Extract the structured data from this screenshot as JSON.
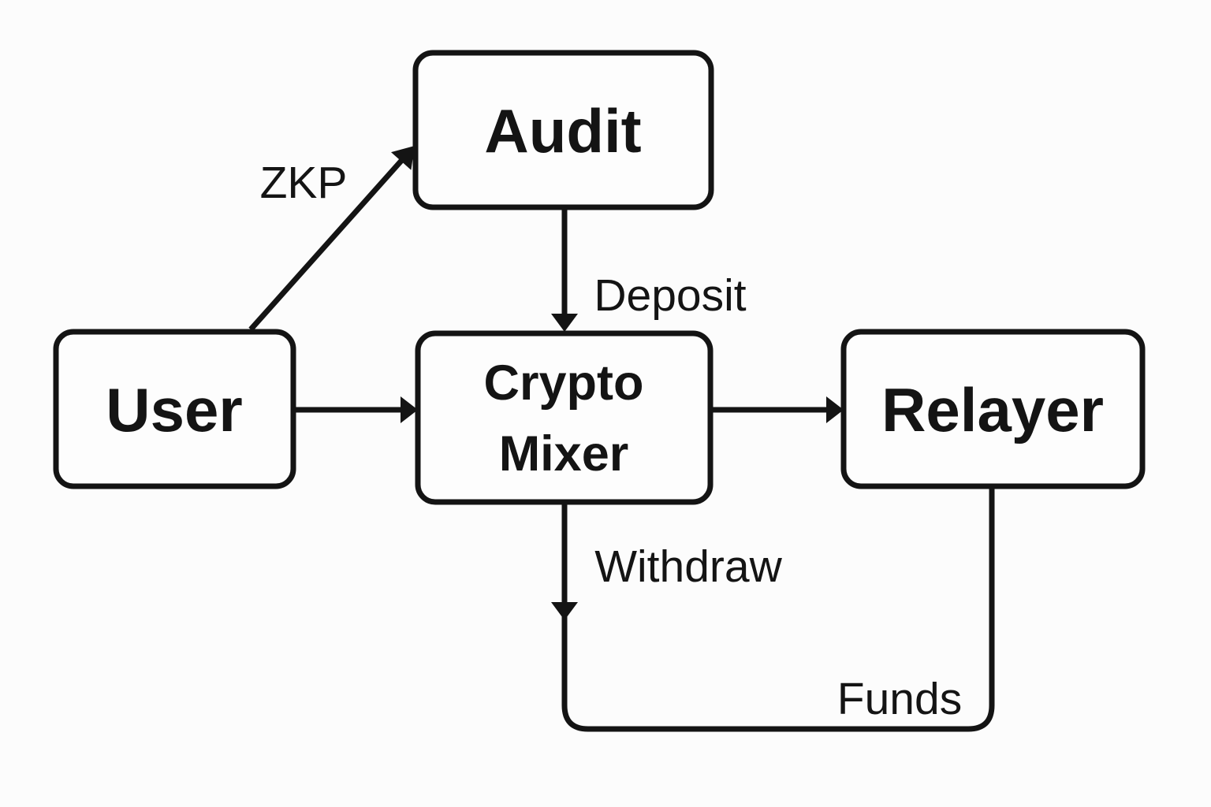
{
  "diagram": {
    "type": "flowchart",
    "background_color": "#fcfcfc",
    "line_color": "#141414",
    "text_color": "#141414",
    "node_fill": "#fdfdfd",
    "nodes": {
      "audit": {
        "label": "Audit"
      },
      "user": {
        "label": "User"
      },
      "mixer": {
        "label": "Crypto Mixer",
        "label_line1": "Crypto",
        "label_line2": "Mixer"
      },
      "relayer": {
        "label": "Relayer"
      }
    },
    "edge_labels": {
      "zkp": "ZKP",
      "deposit": "Deposit",
      "withdraw": "Withdraw",
      "funds": "Funds"
    },
    "edges": [
      {
        "from": "User",
        "to": "Audit",
        "label": "ZKP",
        "shape": "diagonal-arrow"
      },
      {
        "from": "Audit",
        "to": "Crypto Mixer",
        "label": "Deposit",
        "shape": "vertical-arrow"
      },
      {
        "from": "User",
        "to": "Crypto Mixer",
        "label": "",
        "shape": "horizontal-arrow"
      },
      {
        "from": "Crypto Mixer",
        "to": "Relayer",
        "label": "",
        "shape": "horizontal-arrow"
      },
      {
        "from": "Crypto Mixer",
        "to": "Relayer",
        "label": "Withdraw",
        "secondary_label": "Funds",
        "shape": "bottom-loop-with-down-arrowhead"
      }
    ]
  }
}
